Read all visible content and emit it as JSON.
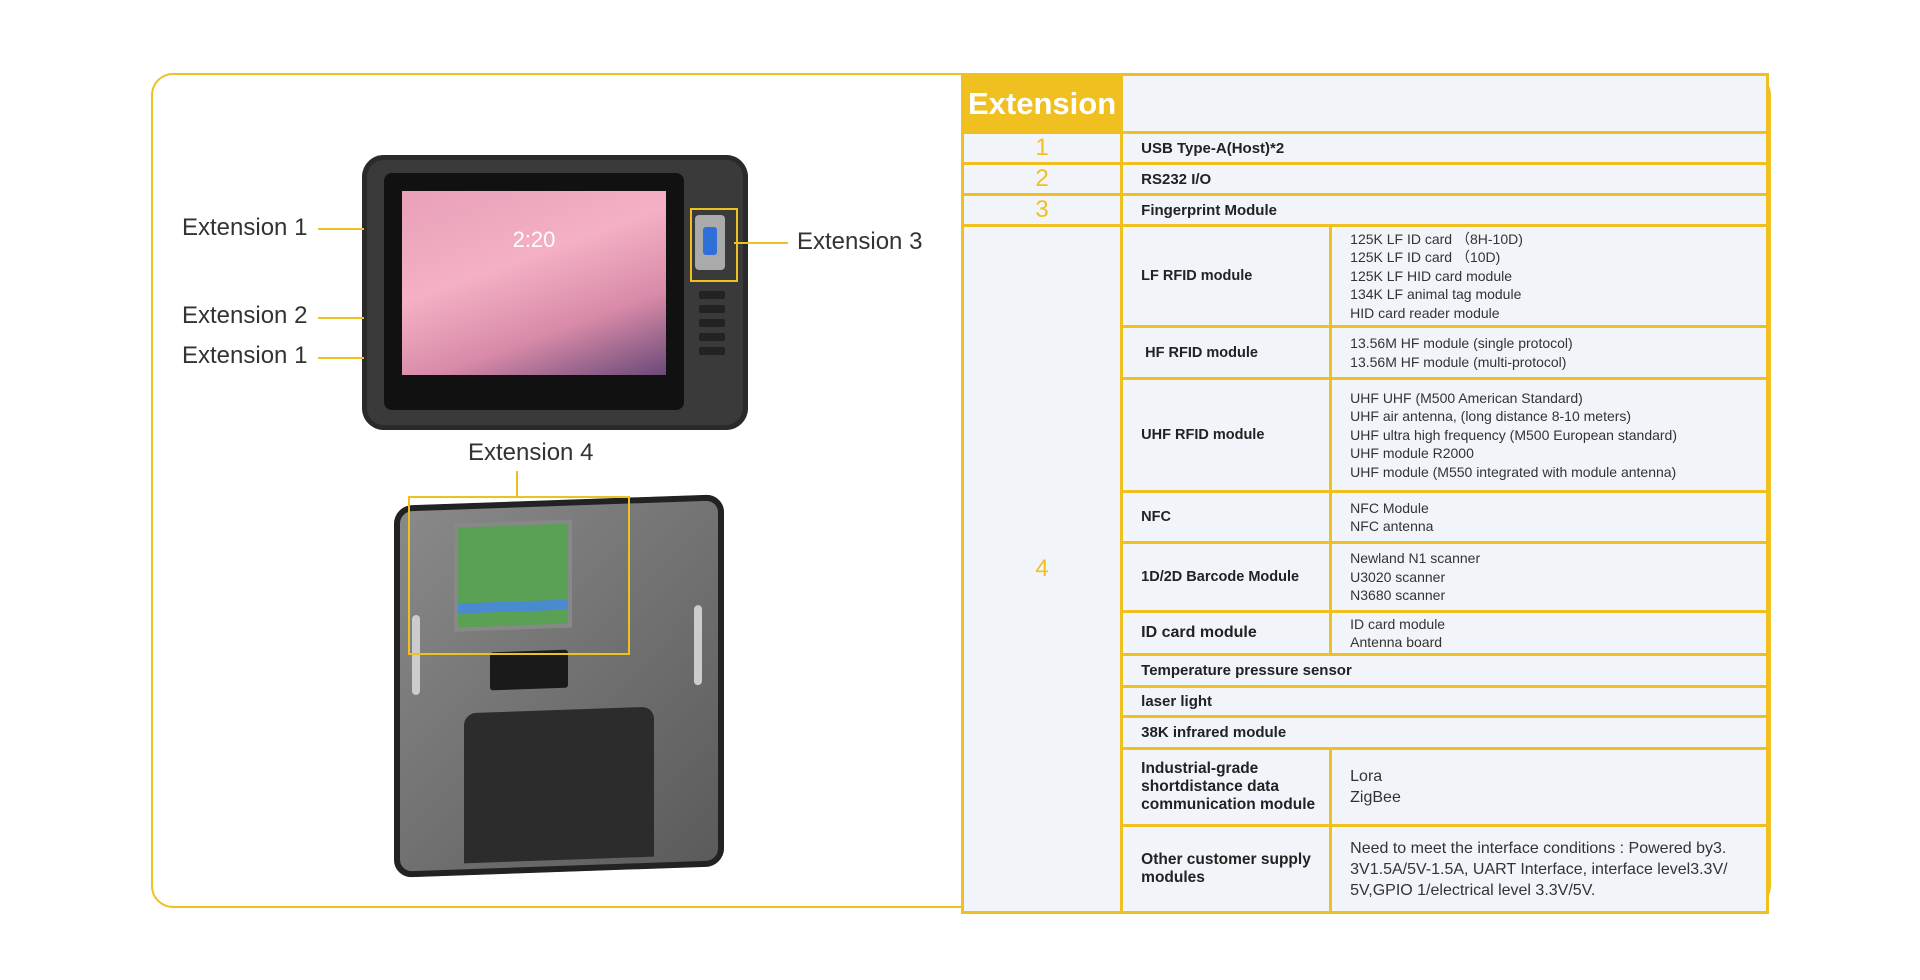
{
  "callouts": {
    "ext1_top": "Extension 1",
    "ext2": "Extension 2",
    "ext1_bottom": "Extension 1",
    "ext3": "Extension 3",
    "ext4": "Extension 4"
  },
  "device": {
    "clock": "2:20"
  },
  "table": {
    "header": "Extension",
    "rows": [
      {
        "num": "1",
        "label": "USB Type-A(Host)*2"
      },
      {
        "num": "2",
        "label": "RS232  I/O"
      },
      {
        "num": "3",
        "label": "Fingerprint Module"
      }
    ],
    "group4": {
      "num": "4",
      "items": [
        {
          "label": "LF RFID module",
          "details": [
            "125K LF ID card （8H-10D)",
            "125K LF ID card （10D)",
            "125K LF HID card module",
            "134K LF animal tag module",
            "HID card reader module"
          ]
        },
        {
          "label": "HF RFID module",
          "details": [
            "13.56M HF module (single protocol)",
            "13.56M HF module (multi-protocol)"
          ]
        },
        {
          "label": "UHF RFID module",
          "details": [
            "UHF UHF (M500 American Standard)",
            "UHF air antenna, (long distance 8-10 meters)",
            "UHF ultra high frequency (M500 European standard)",
            "UHF module R2000",
            "UHF module (M550 integrated with module antenna)"
          ]
        },
        {
          "label": "NFC",
          "details": [
            "NFC Module",
            "NFC antenna"
          ]
        },
        {
          "label": "1D/2D Barcode Module",
          "details": [
            "Newland N1 scanner",
            "U3020 scanner",
            "N3680 scanner"
          ]
        },
        {
          "label": "ID card module",
          "details": [
            "ID card module",
            "Antenna board"
          ]
        },
        {
          "label": "Temperature pressure sensor"
        },
        {
          "label": "laser light"
        },
        {
          "label": "38K infrared module"
        },
        {
          "label": "Industrial-grade shortdistance data communication module",
          "details": [
            "Lora",
            "ZigBee"
          ]
        },
        {
          "label": "Other customer supply modules",
          "details": [
            "Need to meet the interface conditions : Powered by3. 3V1.5A/5V-1.5A, UART Interface, interface level3.3V/ 5V,GPIO 1/electrical level 3.3V/5V."
          ]
        }
      ]
    }
  },
  "colors": {
    "accent": "#F0C020",
    "table_bg": "#F1F4F9"
  }
}
